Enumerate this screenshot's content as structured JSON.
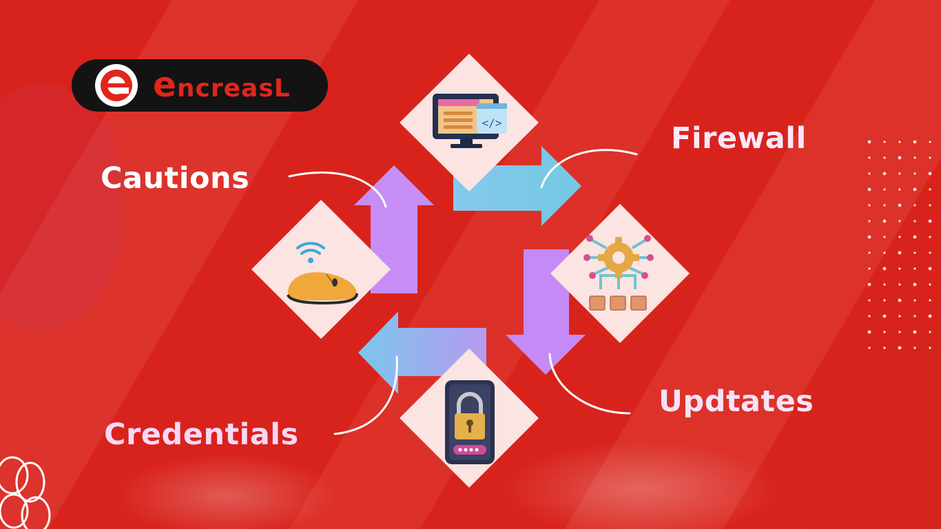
{
  "brand": {
    "name": "ncreasL",
    "letter": "e"
  },
  "labels": {
    "cautions": "Cautions",
    "firewall": "Firewall",
    "updtates": "Updtates",
    "credentials": "Credentials"
  },
  "icons": {
    "top": "computer-code-icon",
    "right": "network-gear-icon",
    "bottom": "phone-lock-icon",
    "left": "wifi-mouse-icon"
  },
  "colors": {
    "background": "#d8231c",
    "tile": "#fbe4e1",
    "arrow_blue": "#7ec8e3",
    "arrow_purple": "#c98cf6",
    "text": "#ffffff"
  }
}
